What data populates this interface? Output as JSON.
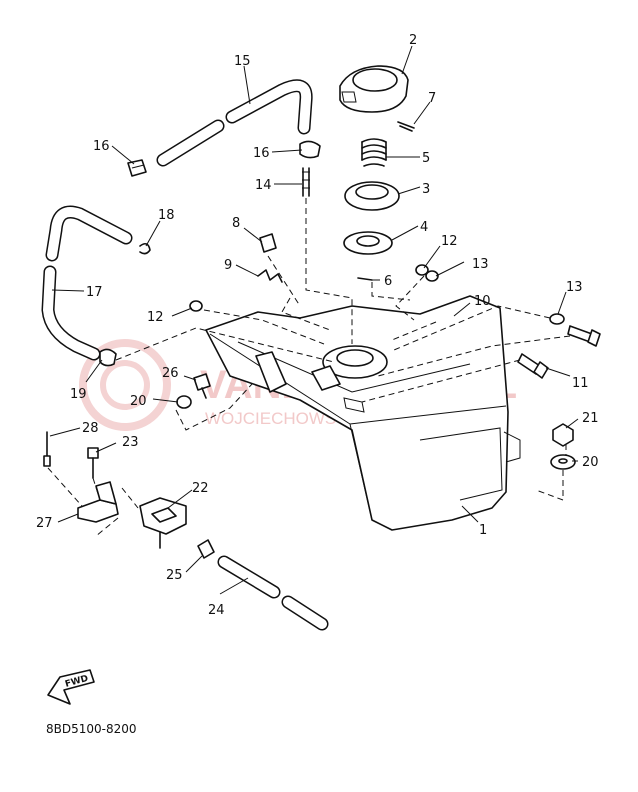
{
  "watermark": {
    "title": "VANBROKER.PL",
    "subtitle": "WOJCIECHOWSCY DEALER YAMAHA"
  },
  "fwd_badge": "FWD",
  "diagram_code": "8BD5100-8200",
  "callouts": [
    {
      "id": "c1",
      "text": "1"
    },
    {
      "id": "c2",
      "text": "2"
    },
    {
      "id": "c3",
      "text": "3"
    },
    {
      "id": "c4",
      "text": "4"
    },
    {
      "id": "c5",
      "text": "5"
    },
    {
      "id": "c6",
      "text": "6"
    },
    {
      "id": "c7",
      "text": "7"
    },
    {
      "id": "c8",
      "text": "8"
    },
    {
      "id": "c9",
      "text": "9"
    },
    {
      "id": "c10",
      "text": "10"
    },
    {
      "id": "c11",
      "text": "11"
    },
    {
      "id": "c12a",
      "text": "12"
    },
    {
      "id": "c12b",
      "text": "12"
    },
    {
      "id": "c13a",
      "text": "13"
    },
    {
      "id": "c13b",
      "text": "13"
    },
    {
      "id": "c14",
      "text": "14"
    },
    {
      "id": "c15",
      "text": "15"
    },
    {
      "id": "c16a",
      "text": "16"
    },
    {
      "id": "c16b",
      "text": "16"
    },
    {
      "id": "c17",
      "text": "17"
    },
    {
      "id": "c18",
      "text": "18"
    },
    {
      "id": "c19",
      "text": "19"
    },
    {
      "id": "c20a",
      "text": "20"
    },
    {
      "id": "c20b",
      "text": "20"
    },
    {
      "id": "c21",
      "text": "21"
    },
    {
      "id": "c22",
      "text": "22"
    },
    {
      "id": "c23",
      "text": "23"
    },
    {
      "id": "c24",
      "text": "24"
    },
    {
      "id": "c25",
      "text": "25"
    },
    {
      "id": "c26",
      "text": "26"
    },
    {
      "id": "c27",
      "text": "27"
    },
    {
      "id": "c28",
      "text": "28"
    }
  ]
}
